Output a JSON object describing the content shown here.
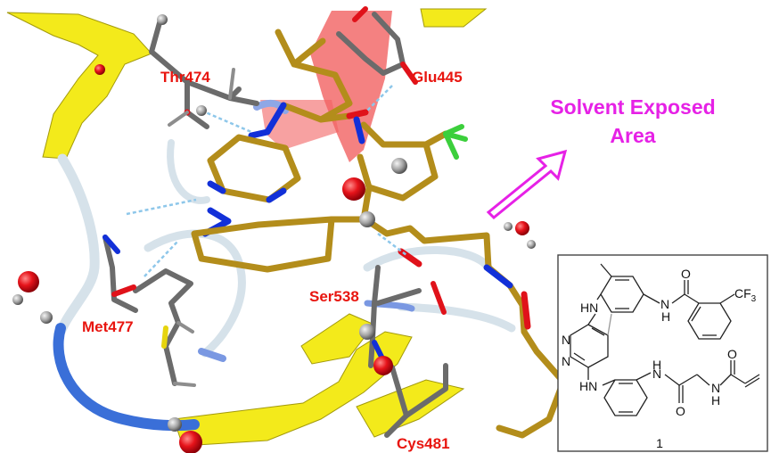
{
  "residues": {
    "thr474": "Thr474",
    "glu445": "Glu445",
    "ser538": "Ser538",
    "met477": "Met477",
    "cys481": "Cys481"
  },
  "solvent": {
    "line1": "Solvent Exposed",
    "line2": "Area"
  },
  "compound": {
    "hn_top": "HN",
    "amide_nh": "N",
    "amide_h": "H",
    "amide_o": "O",
    "cf3": "CF",
    "cf3_sub": "3",
    "n_pyr1": "N",
    "n_pyr2": "N",
    "hn_bottom": "HN",
    "nh_left_n": "N",
    "nh_left_h": "H",
    "o_left": "O",
    "nh_right_n": "N",
    "nh_right_h": "H",
    "o_right": "O",
    "number": "1"
  },
  "colors": {
    "sheet": "#f3ea1b",
    "loop": "#d6e2ea",
    "loop_blue": "#3a6fd8",
    "helix": "#f05050",
    "ligand": "#b38d1b",
    "residue": "#6b6b6b",
    "nitrogen": "#1230d8",
    "oxygen": "#e0121a",
    "fluorine": "#3ccf3c",
    "residue_label": "#e8150f",
    "solvent_label": "#e621e6"
  }
}
